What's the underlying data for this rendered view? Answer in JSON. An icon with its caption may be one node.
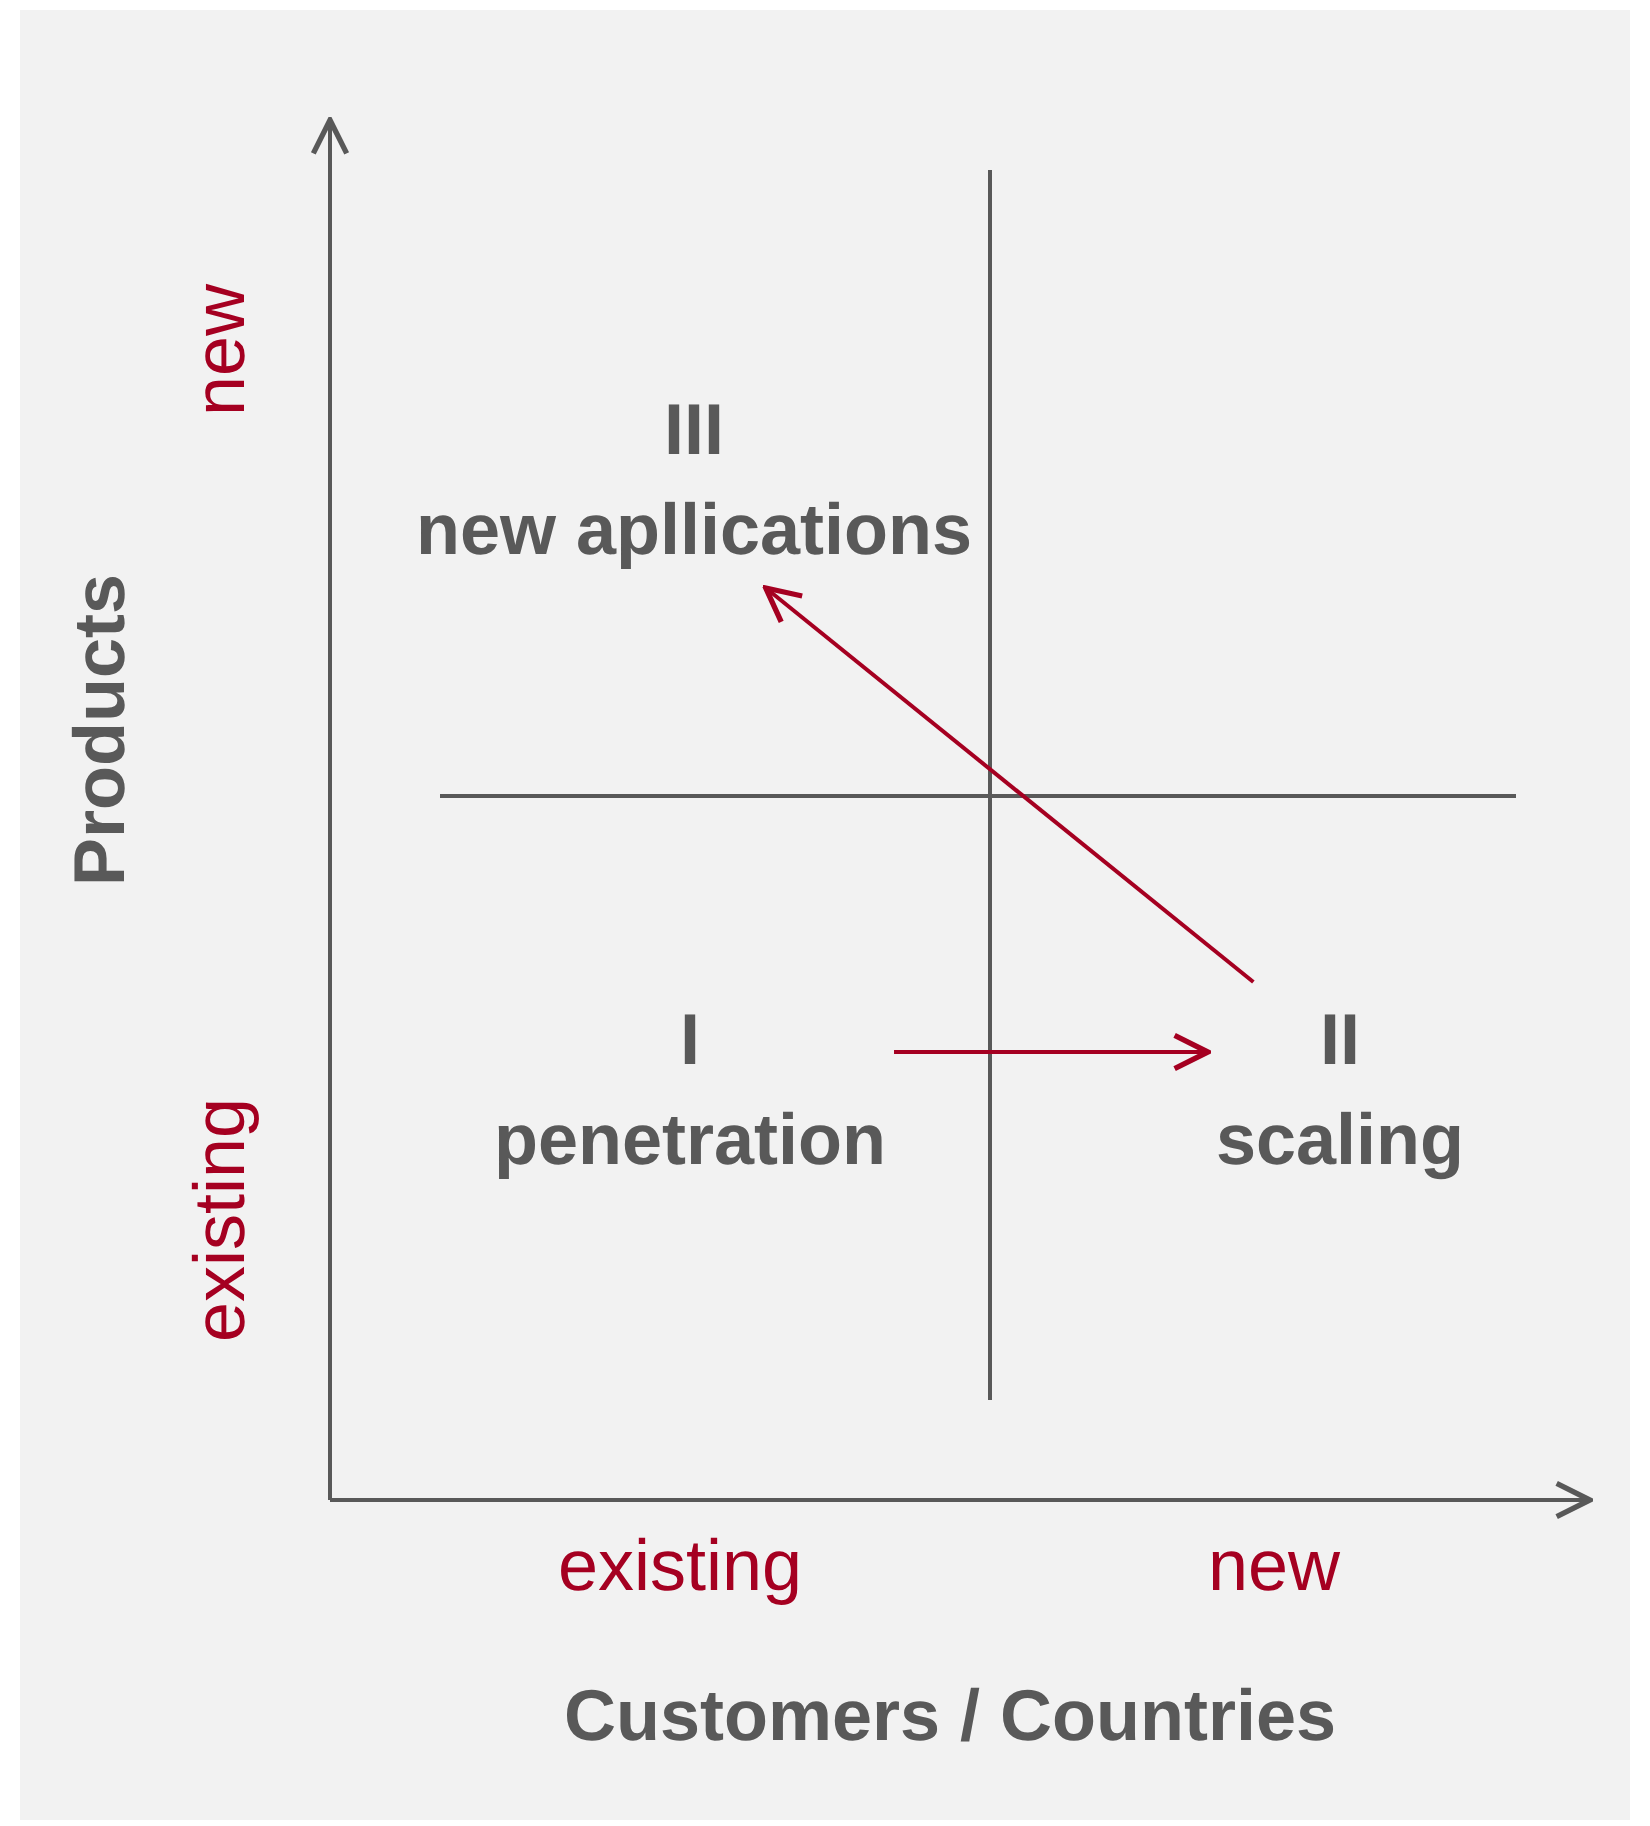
{
  "diagram": {
    "nodes": [
      {
        "text": [
          "III",
          "new apllications"
        ]
      },
      {
        "text": [
          "I",
          "penetration"
        ]
      },
      {
        "text": [
          "II",
          "scaling"
        ]
      }
    ],
    "edges": [
      {
        "from": 1,
        "to": 2,
        "arrow": "to",
        "color": "#a50021"
      },
      {
        "from": 2,
        "to": 0,
        "arrow": "to",
        "color": "#a50021"
      }
    ],
    "labels": [
      "new",
      "Products",
      "existing",
      "existing",
      "new",
      "Customers / Countries"
    ]
  }
}
